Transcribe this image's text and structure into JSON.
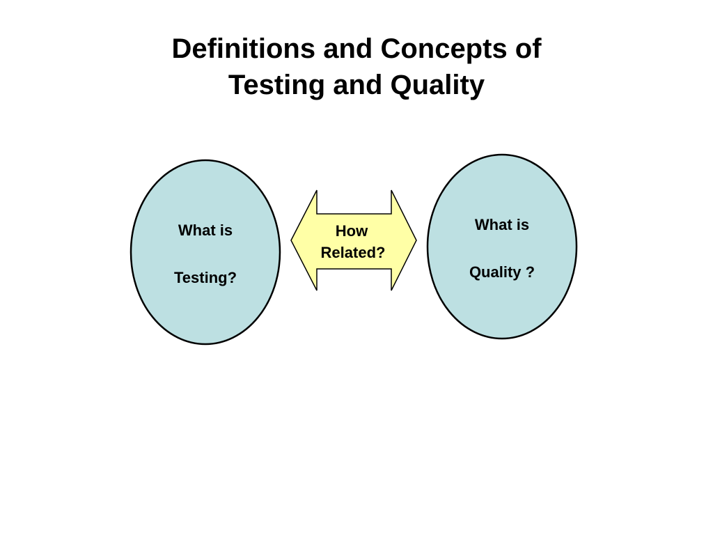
{
  "title": {
    "line1": "Definitions and Concepts of",
    "line2": "Testing and Quality"
  },
  "diagram": {
    "left_node": {
      "line1": "What is",
      "line2": "Testing?"
    },
    "connector": {
      "line1": "How",
      "line2": "Related?"
    },
    "right_node": {
      "line1": "What is",
      "line2": "Quality ?"
    }
  },
  "colors": {
    "ellipse_fill": "#bde0e2",
    "arrow_fill": "#ffffa6",
    "outline": "#000000"
  }
}
